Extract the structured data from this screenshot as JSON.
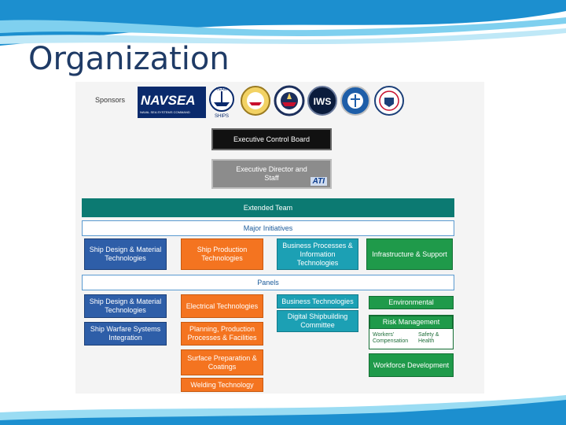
{
  "slide": {
    "title": "Organization"
  },
  "sponsors": {
    "label": "Sponsors",
    "navsea_text": "NAVSEA",
    "navsea_subtext": "NAVAL SEA SYSTEMS COMMAND",
    "logo_icons": [
      "navsea-logo",
      "team-ships-seal",
      "seal-1",
      "seal-2",
      "seal-3",
      "seal-4",
      "seal-5"
    ],
    "team_ships_text": [
      "TEAM",
      "SHIPS"
    ]
  },
  "leadership": {
    "executive_control_board": "Executive Control Board",
    "executive_director": "Executive Director and Staff",
    "ati_logo_text": "ATI"
  },
  "extended_team": "Extended Team",
  "major_initiatives": {
    "header": "Major Initiatives",
    "items": [
      "Ship Design & Material Technologies",
      "Ship Production Technologies",
      "Business Processes & Information Technologies",
      "Infrastructure & Support"
    ]
  },
  "panels": {
    "header": "Panels",
    "blue": [
      "Ship Design & Material Technologies",
      "Ship Warfare Systems Integration"
    ],
    "orange": [
      "Electrical Technologies",
      "Planning, Production Processes & Facilities",
      "Surface Preparation & Coatings",
      "Welding Technology"
    ],
    "cyan": [
      "Business Technologies",
      "Digital Shipbuilding Committee"
    ],
    "green": {
      "environmental": "Environmental",
      "risk_management": "Risk Management",
      "workers_comp": "Workers' Compensation",
      "safety_health": "Safety & Health",
      "workforce": "Workforce Development"
    }
  },
  "colors": {
    "title": "#1f3b66",
    "teal": "#0c7a72",
    "blue": "#2e5ea8",
    "orange": "#f47420",
    "cyan": "#1ca0b4",
    "green": "#1f9a4a"
  }
}
